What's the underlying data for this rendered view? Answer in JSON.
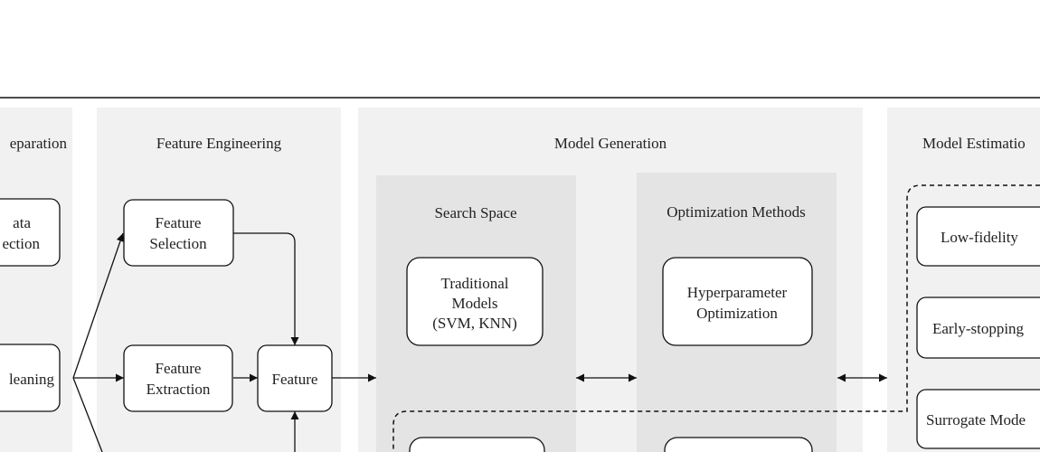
{
  "colors": {
    "panel": "#f1f1f1",
    "subpanel": "#e4e4e4",
    "stroke": "#111111",
    "text": "#222222"
  },
  "sections": {
    "data_preparation": "eparation",
    "feature_engineering": "Feature Engineering",
    "model_generation": "Model Generation",
    "model_estimation": "Model Estimatio"
  },
  "subsections": {
    "search_space": "Search Space",
    "optimization_methods": "Optimization Methods"
  },
  "boxes": {
    "data_collection_line1": "ata",
    "data_collection_line2": "ection",
    "data_cleaning": "leaning",
    "feature_selection_line1": "Feature",
    "feature_selection_line2": "Selection",
    "feature_extraction_line1": "Feature",
    "feature_extraction_line2": "Extraction",
    "feature": "Feature",
    "traditional_models_line1": "Traditional",
    "traditional_models_line2": "Models",
    "traditional_models_line3": "(SVM, KNN)",
    "hyperparameter_optimization_line1": "Hyperparameter",
    "hyperparameter_optimization_line2": "Optimization",
    "low_fidelity": "Low-fidelity",
    "early_stopping": "Early-stopping",
    "surrogate_model": "Surrogate Mode"
  }
}
